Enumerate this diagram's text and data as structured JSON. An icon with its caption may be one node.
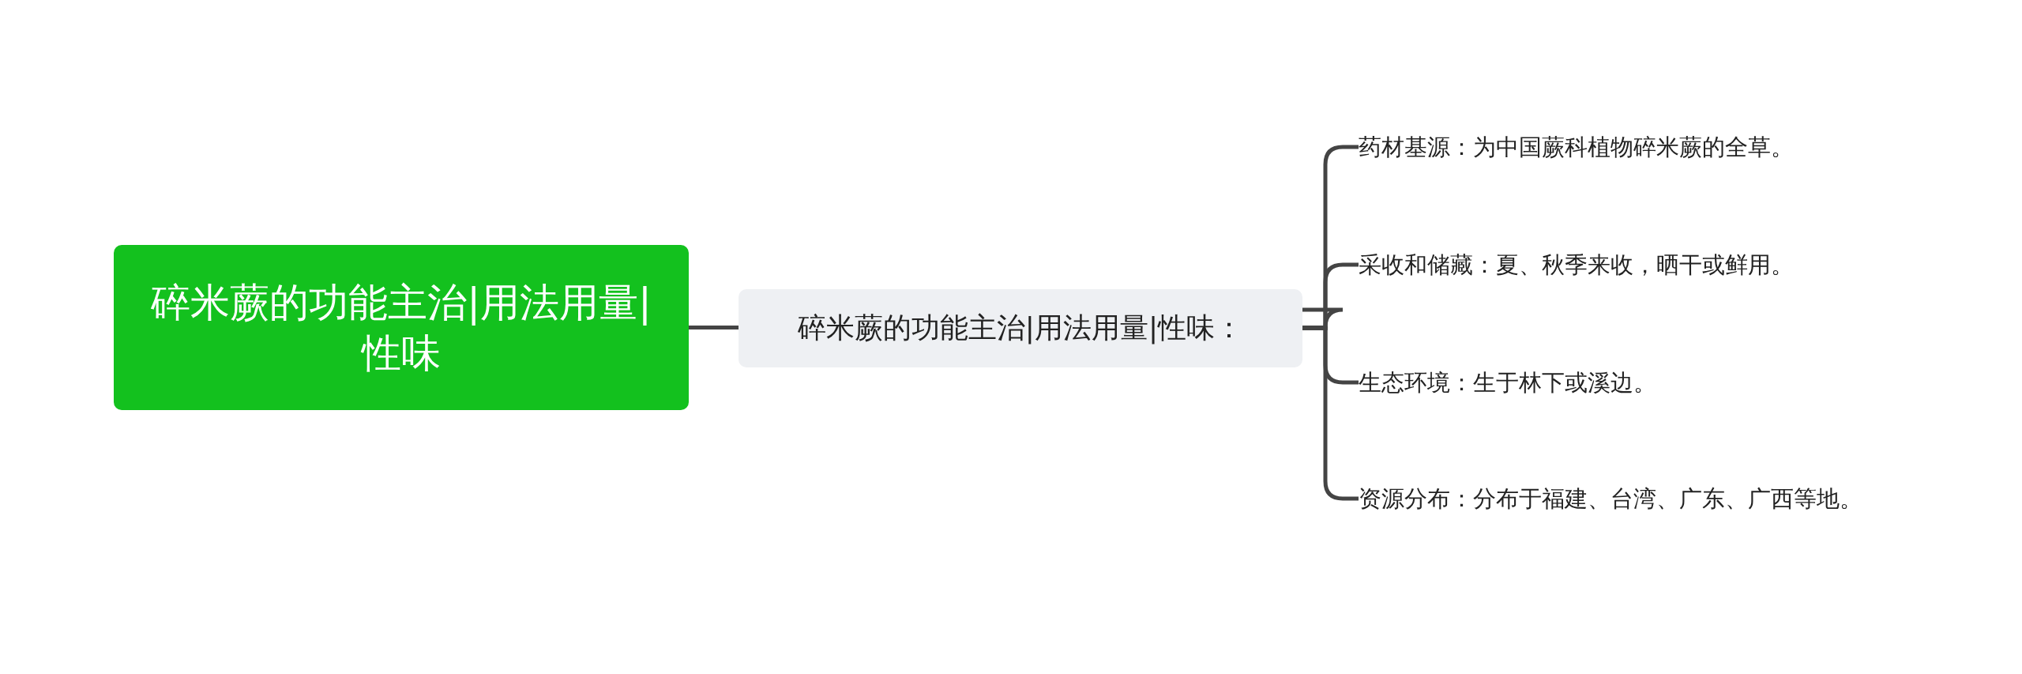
{
  "diagram": {
    "nodes": [
      {
        "text": [
          "碎米蕨的功能主治|用法用量|性味"
        ]
      },
      {
        "text": [
          "碎米蕨的功能主治|用法用量|性味："
        ]
      },
      {
        "text": [
          "药材基源：为中国蕨科植物碎米蕨的全草。"
        ]
      },
      {
        "text": [
          "采收和储藏：夏、秋季来收，晒干或鲜用。"
        ]
      },
      {
        "text": [
          "生态环境：生于林下或溪边。"
        ]
      },
      {
        "text": [
          "资源分布：分布于福建、台湾、广东、广西等地。"
        ]
      }
    ],
    "edges": [
      {
        "from": 0,
        "to": 1,
        "arrow": "none"
      },
      {
        "from": 1,
        "to": 2,
        "arrow": "none"
      },
      {
        "from": 1,
        "to": 3,
        "arrow": "none"
      },
      {
        "from": 1,
        "to": 4,
        "arrow": "none"
      },
      {
        "from": 1,
        "to": 5,
        "arrow": "none"
      }
    ]
  }
}
